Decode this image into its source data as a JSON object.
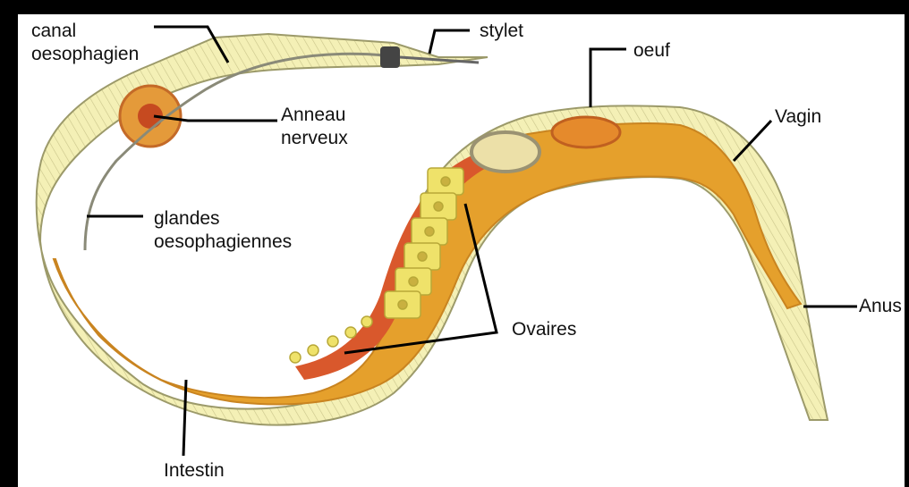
{
  "labels": {
    "canal": "canal\noesophagien",
    "stylet": "stylet",
    "oeuf": "oeuf",
    "anneau": "Anneau\nnerveux",
    "vagin": "Vagin",
    "glandes": "glandes\noesophagiennes",
    "anus": "Anus",
    "ovaires": "Ovaires",
    "intestin": "Intestin"
  },
  "colors": {
    "cuticle": "#f4f0b6",
    "intestine": "#e5a02c",
    "ovary": "#d9582c",
    "oocyte": "#efe26a"
  }
}
